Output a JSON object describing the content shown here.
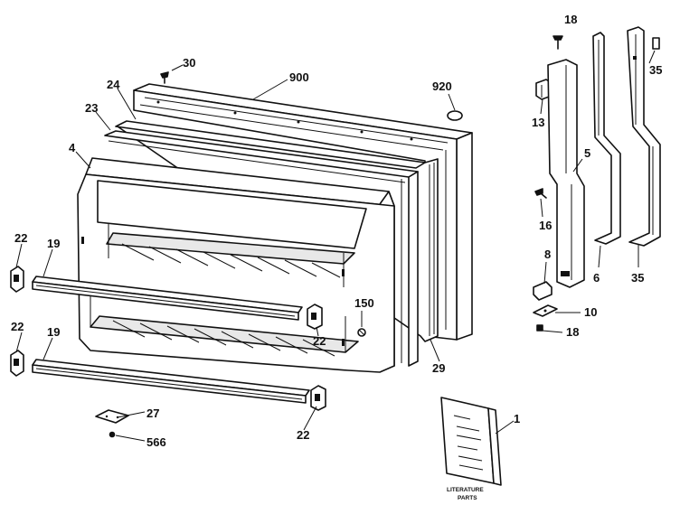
{
  "callouts": [
    {
      "id": "c18a",
      "text": "18"
    },
    {
      "id": "c30",
      "text": "30"
    },
    {
      "id": "c900",
      "text": "900"
    },
    {
      "id": "c920",
      "text": "920"
    },
    {
      "id": "c24",
      "text": "24"
    },
    {
      "id": "c23",
      "text": "23"
    },
    {
      "id": "c4",
      "text": "4"
    },
    {
      "id": "c35a",
      "text": "35"
    },
    {
      "id": "c13",
      "text": "13"
    },
    {
      "id": "c5",
      "text": "5"
    },
    {
      "id": "c16",
      "text": "16"
    },
    {
      "id": "c8",
      "text": "8"
    },
    {
      "id": "c6",
      "text": "6"
    },
    {
      "id": "c35b",
      "text": "35"
    },
    {
      "id": "c10",
      "text": "10"
    },
    {
      "id": "c18b",
      "text": "18"
    },
    {
      "id": "c22a",
      "text": "22"
    },
    {
      "id": "c19a",
      "text": "19"
    },
    {
      "id": "c22b",
      "text": "22"
    },
    {
      "id": "c19b",
      "text": "19"
    },
    {
      "id": "c150",
      "text": "150"
    },
    {
      "id": "c22c",
      "text": "22"
    },
    {
      "id": "c29",
      "text": "29"
    },
    {
      "id": "c27",
      "text": "27"
    },
    {
      "id": "c566",
      "text": "566"
    },
    {
      "id": "c22d",
      "text": "22"
    },
    {
      "id": "c1",
      "text": "1"
    }
  ],
  "literature": {
    "line1": "LITERATURE",
    "line2": "PARTS"
  }
}
